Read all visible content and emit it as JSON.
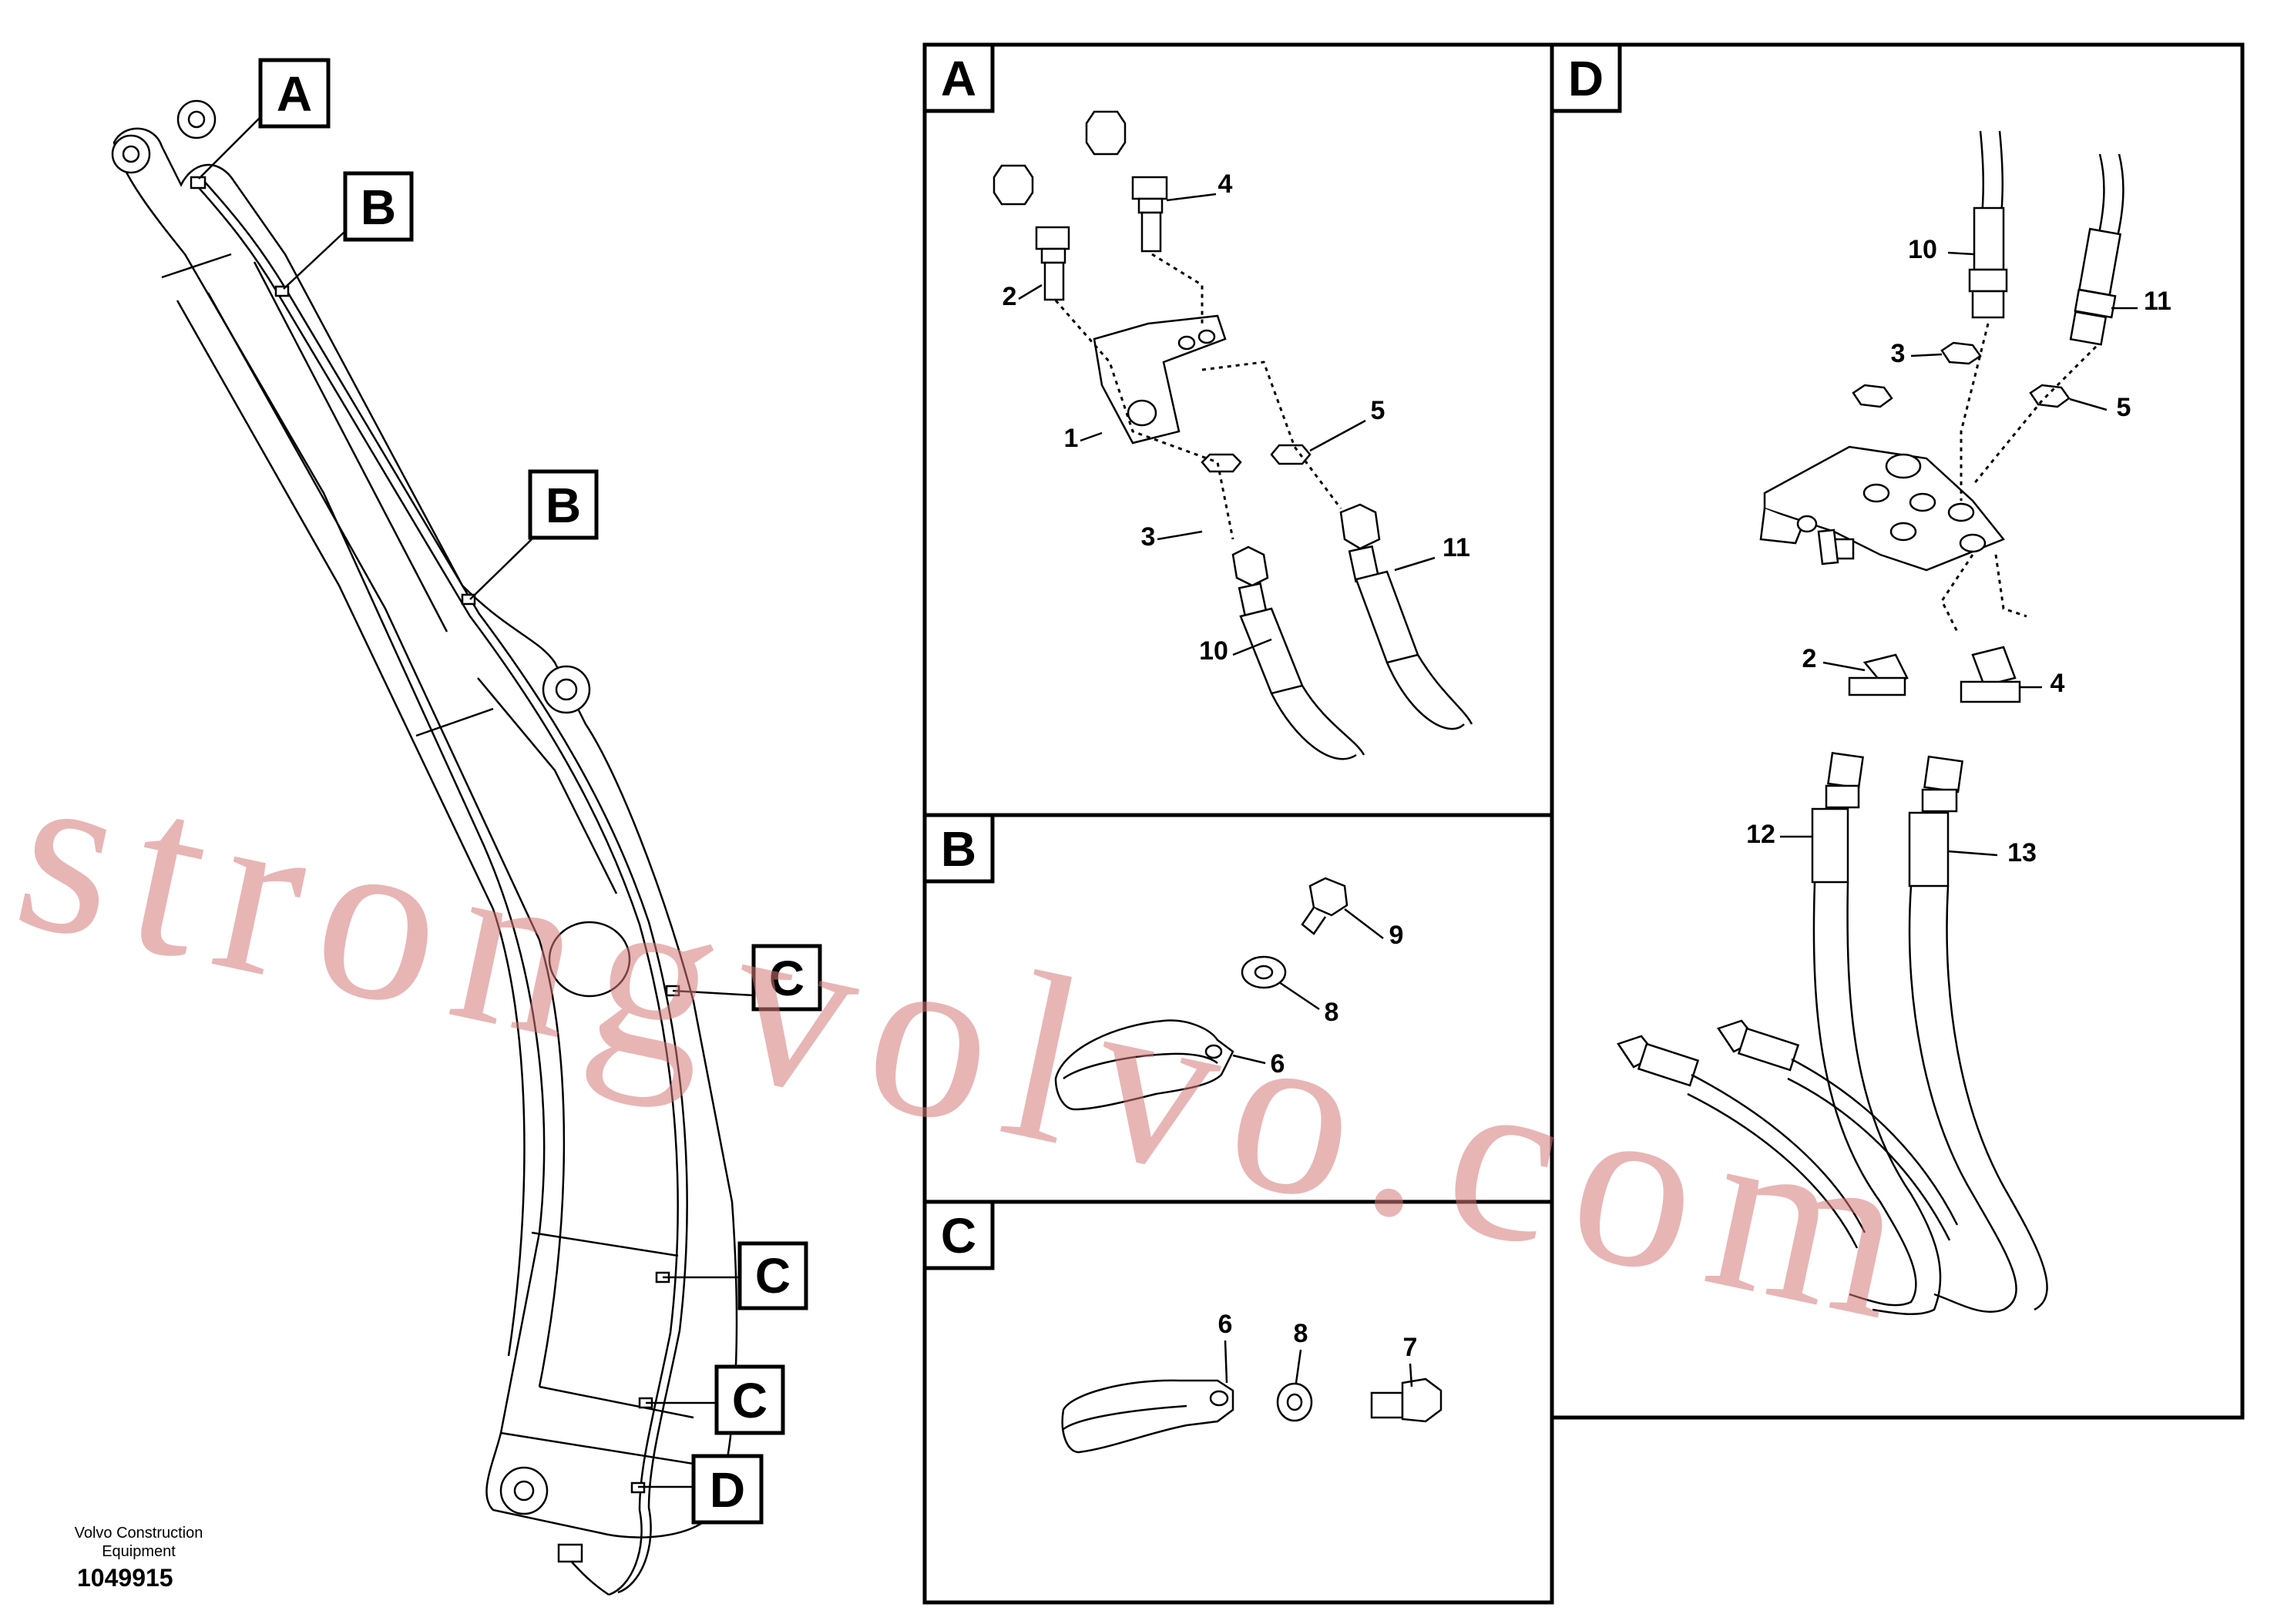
{
  "footer": {
    "brand_line1": "Volvo Construction",
    "brand_line2": "Equipment",
    "drawing_number": "1049915"
  },
  "watermark": "strongvolvo.com",
  "overview_callouts": [
    "A",
    "B",
    "B",
    "C",
    "C",
    "C",
    "D"
  ],
  "panels": {
    "A": {
      "title": "A",
      "parts": [
        "1",
        "2",
        "3",
        "4",
        "5",
        "10",
        "11"
      ]
    },
    "B": {
      "title": "B",
      "parts": [
        "6",
        "8",
        "9"
      ]
    },
    "C": {
      "title": "C",
      "parts": [
        "6",
        "8",
        "7"
      ]
    },
    "D": {
      "title": "D",
      "parts": [
        "10",
        "11",
        "3",
        "5",
        "2",
        "4",
        "12",
        "13"
      ]
    }
  }
}
